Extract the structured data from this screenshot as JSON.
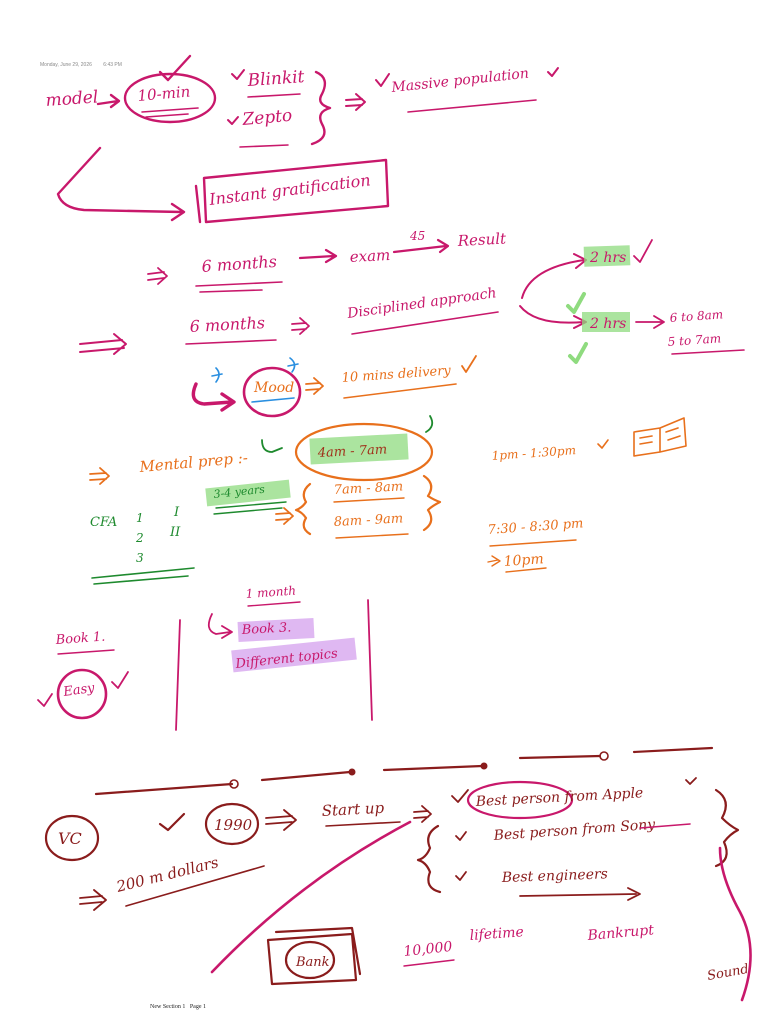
{
  "header": {
    "date": "Monday, June 29, 2026",
    "time": "6:43 PM"
  },
  "footer": {
    "section": "New Section 1",
    "page": "Page 1"
  },
  "colors": {
    "magenta": "#c8186b",
    "orange": "#e8701c",
    "green": "#1e8a2e",
    "maroon": "#8a1c1c",
    "highlight_green": "#8fdb7f",
    "highlight_purple": "#d7a6ef",
    "blue": "#2a8fe0"
  },
  "notes": {
    "model": "model",
    "ten_min": "10-min",
    "blinkit": "Blinkit",
    "zepto": "Zepto",
    "massive_population": "Massive population",
    "instant_gratification": "Instant gratification",
    "six_months_1": "6 months",
    "exam": "exam",
    "time_45": "45",
    "result": "Result",
    "two_hrs_1": "2 hrs",
    "six_months_2": "6 months",
    "disciplined_approach": "Disciplined approach",
    "two_hrs_2": "2 hrs",
    "six_to_eight": "6 to 8am",
    "five_to_seven": "5 to 7am",
    "mood": "Mood",
    "ten_mins_delivery": "10 mins delivery",
    "mental_prep": "Mental prep :-",
    "four_to_seven": "4am - 7am",
    "three_four_years": "3-4 years",
    "seven_to_eight": "7am - 8am",
    "eight_to_nine": "8am - 9am",
    "one_pm": "1pm - 1:30pm",
    "seven_thirty": "7:30 - 8:30 pm",
    "ten_pm": "10pm",
    "cfa": "CFA",
    "cfa_1": "1",
    "cfa_2": "2",
    "cfa_3": "3",
    "roman_1": "I",
    "roman_2": "II",
    "book_1": "Book 1.",
    "easy": "Easy",
    "one_month": "1 month",
    "book_3": "Book 3.",
    "different_topics": "Different topics",
    "vc": "VC",
    "year_1990": "1990",
    "startup": "Start up",
    "best_person": "Best person from Apple",
    "best_person_sony": "Best person from Sony",
    "best_engineers": "Best engineers",
    "two_hundred_m": "200 m dollars",
    "bank": "Bank",
    "ten_thousand": "10,000",
    "lifetime": "lifetime",
    "bankrupt": "Bankrupt",
    "sound": "Sound"
  }
}
